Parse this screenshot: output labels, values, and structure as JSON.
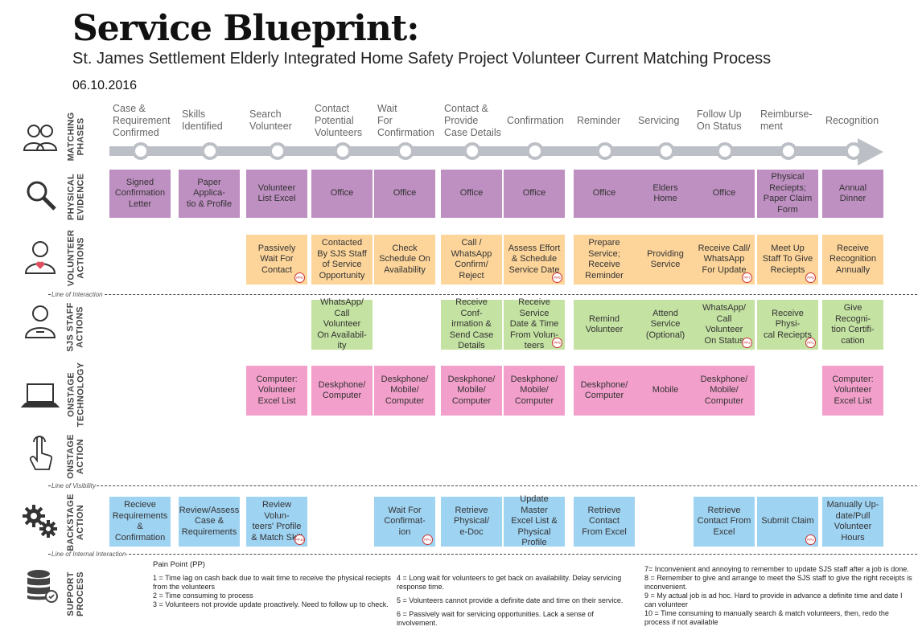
{
  "title": "Service Blueprint:",
  "subtitle": "St. James Settlement Elderly Integrated Home Safety Project Volunteer Current Matching Process",
  "date": "06.10.2016",
  "phases": [
    "Case &\nRequirement\nConfirmed",
    "Skills\nIdentified",
    "Search\nVolunteer",
    "Contact\nPotential\nVolunteers",
    "Wait\nFor\nConfirmation",
    "Contact &\nProvide\nCase Details",
    "Confirmation",
    "Reminder",
    "Servicing",
    "Follow Up\nOn Status",
    "Reimburse-\nment",
    "Recognition"
  ],
  "row_labels": {
    "matching": "MATCHING\nPHASES",
    "physical": "PHYSICAL\nEVIDENCE",
    "volunteer": "VOLUNTEER\nACTIONS",
    "staff": "SJS STAFF\nACTIONS",
    "technology": "ONSTAGE\nTECHNOLOGY",
    "onstage": "ONSTAGE\nACTION",
    "backstage": "BACKSTAGE\nACTION",
    "support": "SUPPORT\nPROCESS"
  },
  "line_labels": {
    "interaction": "Line of Interaction",
    "visibility": "Line of Visibility",
    "internal": "Line of Internal Interaction"
  },
  "physical_evidence": [
    "Signed\nConfirmation\nLetter",
    "Paper\nApplica-\ntio & Profile",
    "Volunteer\nList Excel",
    "Office",
    "Office",
    "Office",
    "Office",
    "Office",
    "Elders\nHome",
    "Office",
    "Physical\nReciepts;\nPaper Claim\nForm",
    "Annual\nDinner"
  ],
  "volunteer_actions": [
    {
      "col": 2,
      "text": "Passively\nWait For\nContact",
      "pp": "PP6"
    },
    {
      "col": 3,
      "text": "Contacted\nBy SJS Staff\nof Service\nOpportunity"
    },
    {
      "col": 4,
      "text": "Check\nSchedule On\nAvailability"
    },
    {
      "col": 5,
      "text": "Call /\nWhatsApp\nConfirm/\nReject"
    },
    {
      "col": 6,
      "text": "Assess Effort\n& Schedule\nService Date",
      "pp": "PP5"
    },
    {
      "col": 7,
      "text": "Prepare\nService;\nReceive\nReminder"
    },
    {
      "col": 8,
      "text": "Providing\nService"
    },
    {
      "col": 9,
      "text": "Receive Call/\nWhatsApp\nFor Update",
      "pp": "PP7"
    },
    {
      "col": 10,
      "text": "Meet Up\nStaff To Give\nReciepts",
      "pp": "PP8"
    },
    {
      "col": 11,
      "text": "Receive\nRecognition\nAnnually"
    }
  ],
  "staff_actions": [
    {
      "col": 3,
      "text": "WhatsApp/\nCall Volunteer\nOn Availabil-\nity"
    },
    {
      "col": 5,
      "text": "Receive Conf-\nirmation &\nSend Case\nDetails"
    },
    {
      "col": 6,
      "text": "Receive Service\nDate & Time\nFrom Volun-\nteers",
      "pp": "PP5"
    },
    {
      "col": 7,
      "text": "Remind\nVolunteer"
    },
    {
      "col": 8,
      "text": "Attend\nService\n(Optional)"
    },
    {
      "col": 9,
      "text": "WhatsApp/\nCall Volunteer\nOn Status",
      "pp": "PP3"
    },
    {
      "col": 10,
      "text": "Receive  Physi-\ncal Reciepts",
      "pp": "PP1"
    },
    {
      "col": 11,
      "text": "Give Recogni-\ntion Certifi-\ncation"
    }
  ],
  "technology": [
    {
      "col": 2,
      "text": "Computer:\nVolunteer\nExcel List"
    },
    {
      "col": 3,
      "text": "Deskphone/\nComputer"
    },
    {
      "col": 4,
      "text": "Deskphone/\nMobile/\nComputer"
    },
    {
      "col": 5,
      "text": "Deskphone/\nMobile/\nComputer"
    },
    {
      "col": 6,
      "text": "Deskphone/\nMobile/\nComputer"
    },
    {
      "col": 7,
      "text": "Deskphone/\nComputer"
    },
    {
      "col": 8,
      "text": "Mobile"
    },
    {
      "col": 9,
      "text": "Deskphone/\nMobile/\nComputer"
    },
    {
      "col": 11,
      "text": "Computer:\nVolunteer\nExcel List"
    }
  ],
  "backstage": [
    {
      "col": 0,
      "text": "Recieve\nRequirements\n&\nConfirmation"
    },
    {
      "col": 1,
      "text": "Review/Assess\nCase &\nRequirements"
    },
    {
      "col": 2,
      "text": "Review Volun-\nteers' Profile\n& Match Skill",
      "pp": "PP10"
    },
    {
      "col": 4,
      "text": "Wait For\nConfirmat-\nion",
      "pp": "PP4"
    },
    {
      "col": 5,
      "text": "Retrieve\nPhysical/\ne-Doc"
    },
    {
      "col": 6,
      "text": "Update Master\nExcel List &\nPhysical Profile"
    },
    {
      "col": 7,
      "text": "Retrieve\nContact\nFrom Excel"
    },
    {
      "col": 9,
      "text": "Retrieve\nContact From\nExcel"
    },
    {
      "col": 10,
      "text": "Submit Claim",
      "pp": "PP2"
    },
    {
      "col": 11,
      "text": "Manually Up-\ndate/Pull\nVolunteer\nHours"
    }
  ],
  "pain_points": {
    "heading": "Pain Point (PP)",
    "col1": [
      "1 = Time lag on cash back due to wait time to receive the physical reciepts from the volunteers",
      "2 = Time consuming to process",
      "3 = Volunteers not provide update proactively.  Need to follow up to check."
    ],
    "col2": [
      "4 = Long wait for volunteers to get back on availability.  Delay servicing response time.",
      "5 = Volunteers cannot provide a definite date and time on their service.",
      "6 = Passively wait for servicing opportunities.  Lack a sense of involvement."
    ],
    "col3": [
      "7= Inconvenient and annoying to remember to update SJS staff after a job is done.",
      "8 = Remember to give and arrange to meet the SJS staff to give the right receipts  is inconvenient.",
      "9 = My actual job is ad hoc.  Hard to provide in advance a definite time and date I can volunteer",
      "10 = Time consuming to manually search & match volunteers, then, redo the process if not available"
    ]
  },
  "colors": {
    "physical": "#be8fc1",
    "volunteer": "#fdd59a",
    "staff": "#c4e2a2",
    "technology": "#f39fcb",
    "backstage": "#9fd3f2",
    "timeline": "#bcc0c6"
  }
}
